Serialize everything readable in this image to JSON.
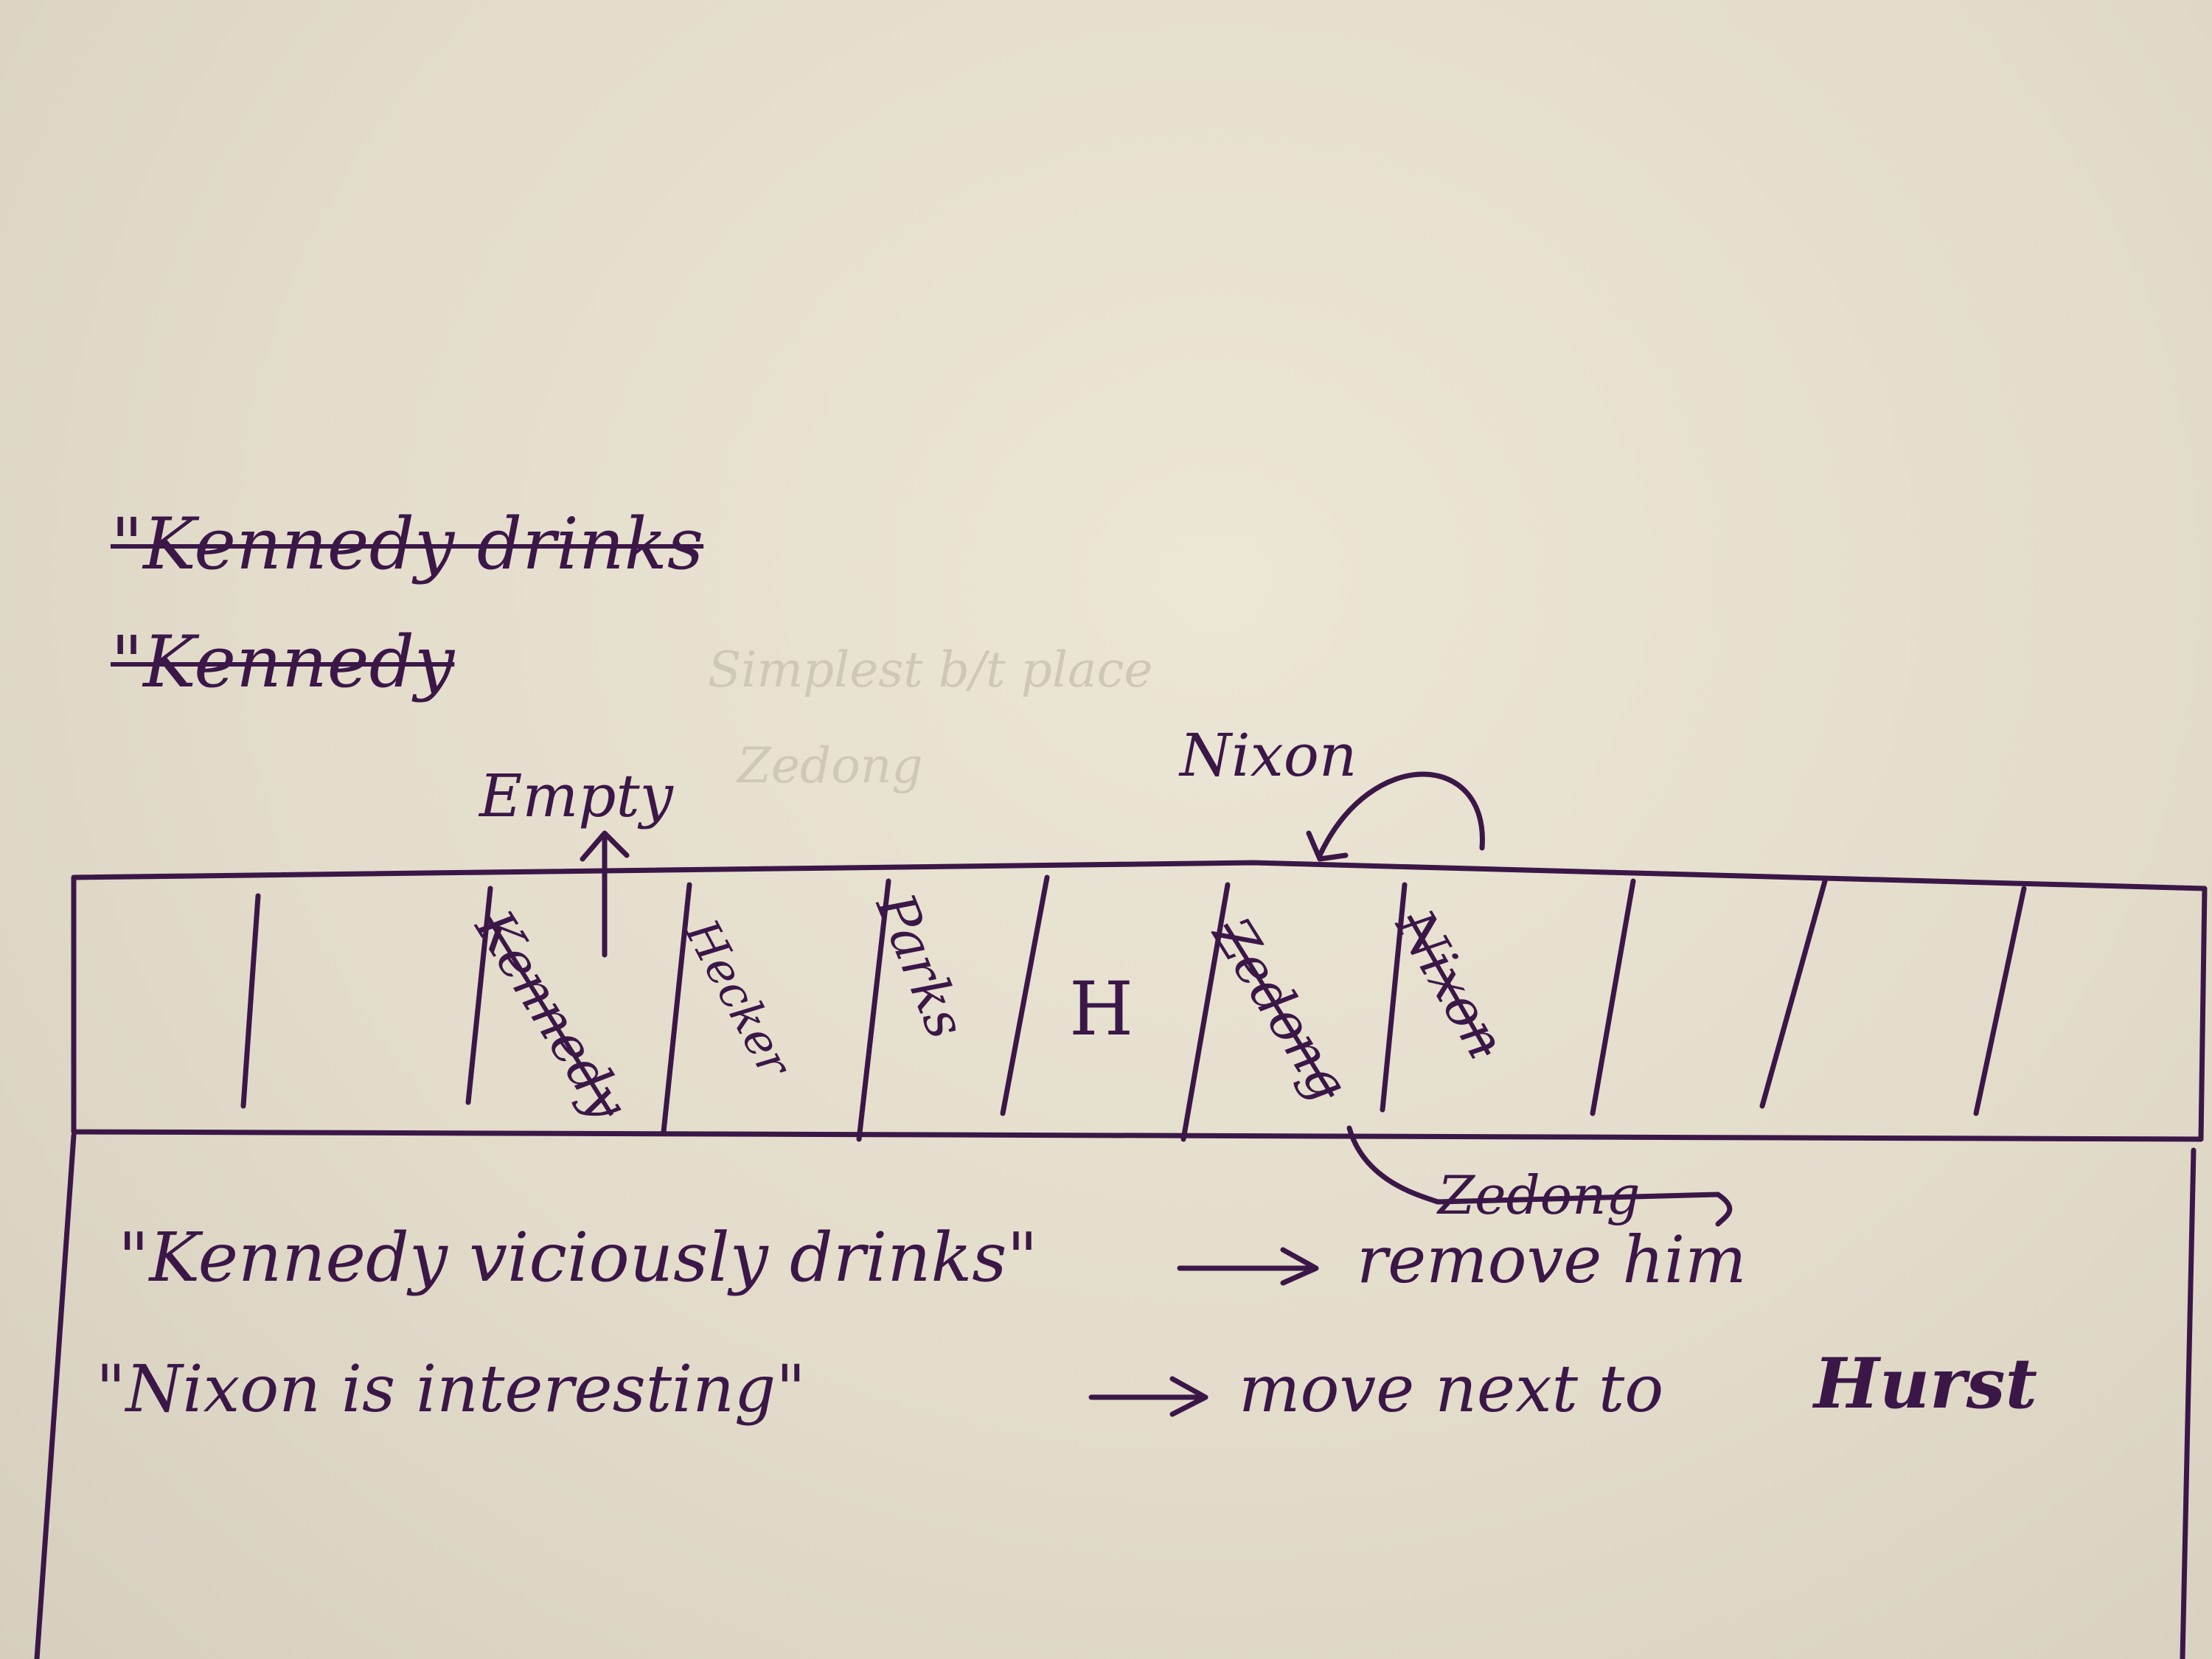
{
  "struck_notes": {
    "line1": "\"Kennedy drinks",
    "line2": "\"Kennedy"
  },
  "bleed_through": {
    "line1": "Simplest  b/t place",
    "line2": "Zedong"
  },
  "above_row": {
    "empty_label": "Empty",
    "nixon_label": "Nixon"
  },
  "slots": {
    "kennedy": "Kennedy",
    "hecker": "Hecker",
    "parks": "Parks",
    "h": "H",
    "zedong": "Zedong",
    "nixon": "Nixon",
    "below_zedong": "Zedong"
  },
  "notes": {
    "line1_quote": "\"Kennedy viciously drinks\"",
    "line1_action": "remove him",
    "line2_quote": "\"Nixon is interesting\"",
    "line2_action": "move next to",
    "line2_target": "Hurst"
  },
  "colors": {
    "ink": "#3b1748",
    "paper": "#e6dfcf"
  }
}
